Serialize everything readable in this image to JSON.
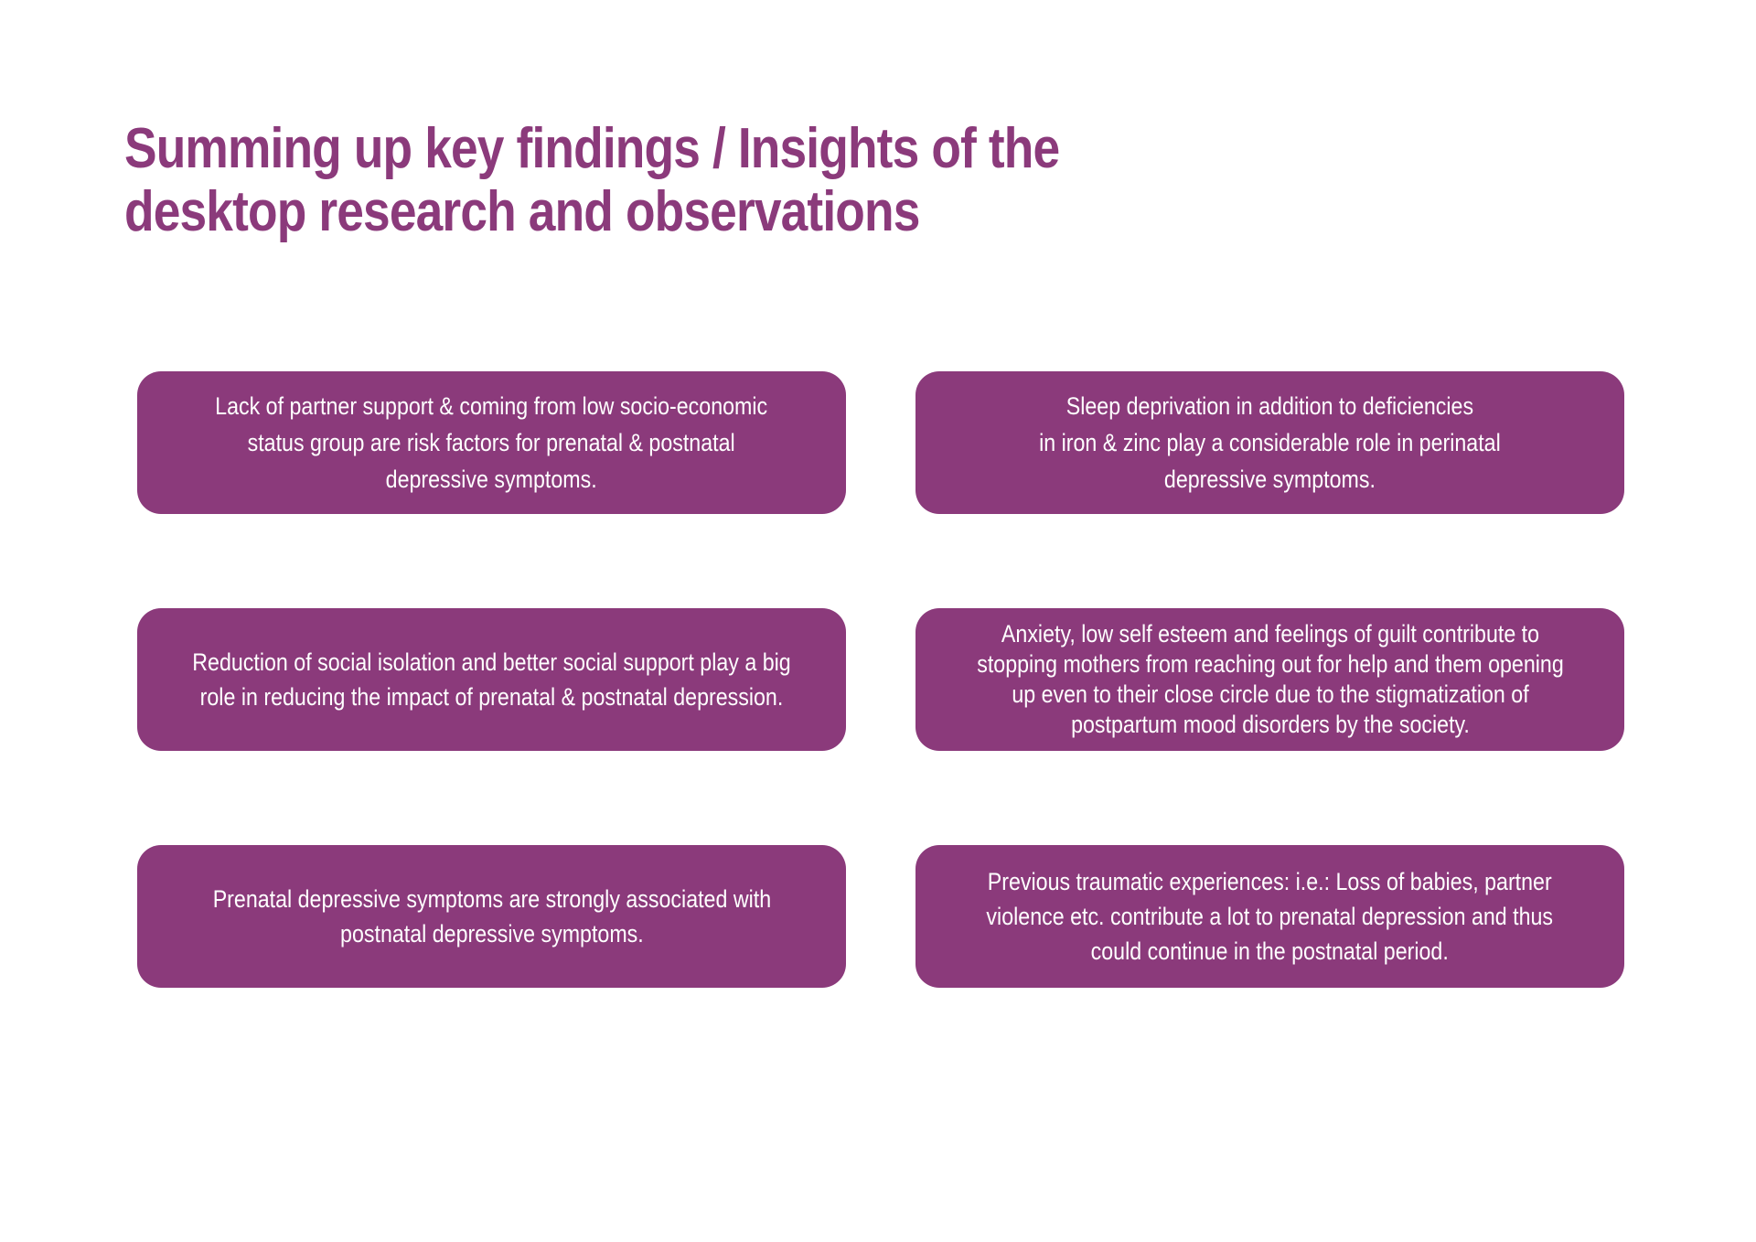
{
  "title": {
    "lines": [
      "Summing up key findings / Insights of the",
      "desktop research and observations"
    ]
  },
  "findings": [
    {
      "lines": [
        "Lack of partner support & coming from low socio-economic",
        "status group are risk factors for prenatal & postnatal",
        "depressive symptoms."
      ]
    },
    {
      "lines": [
        "Sleep deprivation in addition to deficiencies",
        "in iron & zinc play a considerable role in perinatal",
        "depressive symptoms."
      ]
    },
    {
      "lines": [
        "Reduction of social isolation and better social support play a big",
        "role in reducing the impact of prenatal & postnatal depression."
      ]
    },
    {
      "lines": [
        "Anxiety, low self esteem and feelings of guilt contribute to",
        "stopping mothers from reaching out for help and them opening",
        "up even to their close circle due to the stigmatization of",
        "postpartum mood disorders by the society."
      ]
    },
    {
      "lines": [
        "Prenatal depressive symptoms are strongly associated with",
        "postnatal depressive symptoms."
      ]
    },
    {
      "lines": [
        "Previous traumatic experiences: i.e.: Loss of babies, partner",
        "violence etc. contribute a lot to prenatal depression and thus",
        "could continue in the postnatal period."
      ]
    }
  ],
  "colors": {
    "accent": "#8B3A7B",
    "card_text": "#FFFFFF",
    "background": "#FFFFFF"
  }
}
